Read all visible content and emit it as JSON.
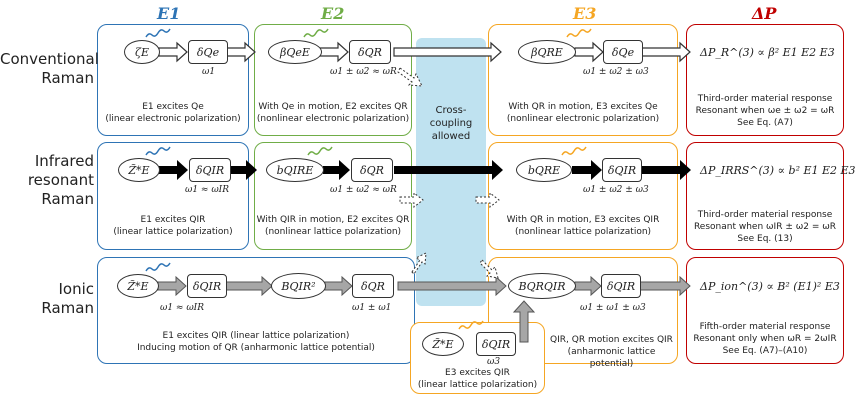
{
  "headers": {
    "e1": "E1",
    "e2": "E2",
    "e3": "E3",
    "dp": "ΔP"
  },
  "colors": {
    "e1": "#2e74b5",
    "e2": "#70ad47",
    "e3": "#f5a623",
    "dp": "#c00000",
    "coupling": "#bfe2f0"
  },
  "rows": {
    "conventional": {
      "label_line1": "Conventional",
      "label_line2": "Raman",
      "e1_node": "ζE",
      "e1_out": "δQe",
      "e1_freq": "ω1",
      "e1_caption1": "E1 excites Qe",
      "e1_caption2": "(linear electronic polarization)",
      "e2_node": "βQeE",
      "e2_out": "δQR",
      "e2_freq": "ω1 ± ω2 ≈ ωR",
      "e2_caption1": "With Qe in motion, E2 excites QR",
      "e2_caption2": "(nonlinear electronic polarization)",
      "e3_node": "βQRE",
      "e3_out": "δQe",
      "e3_freq": "ω1 ± ω2 ± ω3",
      "e3_caption1": "With QR in motion, E3 excites Qe",
      "e3_caption2": "(nonlinear electronic polarization)",
      "dp_formula": "ΔP_R^(3) ∝ β² E1 E2 E3",
      "dp_caption1": "Third-order material response",
      "dp_caption2": "Resonant when ωe ± ω2 = ωR",
      "dp_caption3": "See Eq. (A7)"
    },
    "infrared": {
      "label_line1": "Infrared",
      "label_line2": "resonant",
      "label_line3": "Raman",
      "e1_node": "Z̃*E",
      "e1_out": "δQIR",
      "e1_freq": "ω1 ≈ ωIR",
      "e1_caption1": "E1 excites QIR",
      "e1_caption2": "(linear lattice polarization)",
      "e2_node": "bQIRE",
      "e2_out": "δQR",
      "e2_freq": "ω1 ± ω2 ≈ ωR",
      "e2_caption1": "With QIR in motion, E2 excites QR",
      "e2_caption2": "(nonlinear lattice polarization)",
      "e3_node": "bQRE",
      "e3_out": "δQIR",
      "e3_freq": "ω1 ± ω2 ± ω3",
      "e3_caption1": "With QR in motion, E3 excites QIR",
      "e3_caption2": "(nonlinear lattice polarization)",
      "dp_formula": "ΔP_IRRS^(3) ∝ b² E1 E2 E3",
      "dp_caption1": "Third-order material response",
      "dp_caption2": "Resonant when ωIR ± ω2 = ωR",
      "dp_caption3": "See Eq. (13)"
    },
    "ionic": {
      "label_line1": "Ionic",
      "label_line2": "Raman",
      "e1_node": "Z̃*E",
      "e1_out": "δQIR",
      "e1_freq": "ω1 ≈ ωIR",
      "mid_node": "BQIR²",
      "mid_out": "δQR",
      "mid_freq": "ω1 ± ω1",
      "e1_caption1": "E1 excites QIR (linear lattice polarization)",
      "e1_caption2": "Inducing motion of QR (anharmonic lattice potential)",
      "e3_node": "BQRQIR",
      "e3_out": "δQIR",
      "e3_freq": "ω1 ± ω1 ± ω3",
      "e3_caption1": "QIR, QR motion excites QIR",
      "e3_caption2": "(anharmonic lattice potential)",
      "sub_node": "Z̃*E",
      "sub_out": "δQIR",
      "sub_freq": "ω3",
      "sub_caption1": "E3 excites QIR",
      "sub_caption2": "(linear lattice polarization)",
      "dp_formula": "ΔP_ion^(3) ∝ B² (E1)² E3",
      "dp_caption1": "Fifth-order material response",
      "dp_caption2": "Resonant only when ωR = 2ωIR",
      "dp_caption3": "See Eq. (A7)–(A10)"
    }
  },
  "coupling_label": "Cross-coupling allowed"
}
